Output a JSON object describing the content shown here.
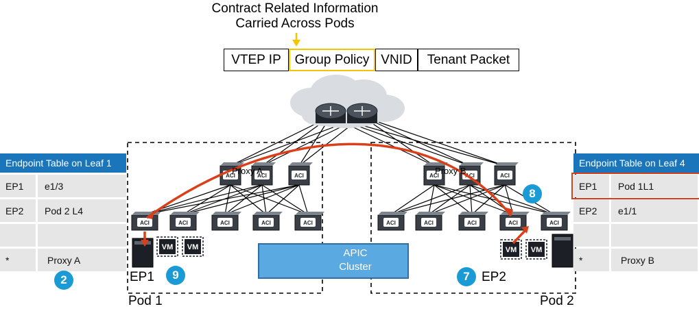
{
  "header": {
    "title_line1": "Contract Related Information",
    "title_line2": "Carried Across Pods"
  },
  "packet": {
    "fields": [
      "VTEP IP",
      "Group Policy",
      "VNID",
      "Tenant Packet"
    ],
    "highlight_color": "#f5c400"
  },
  "left_table": {
    "title": "Endpoint Table on Leaf 1",
    "rows": [
      {
        "c1": "EP1",
        "c2": "e1/3"
      },
      {
        "c1": "EP2",
        "c2": "Pod 2 L4"
      },
      {
        "c1": "",
        "c2": ""
      },
      {
        "c1": "*",
        "c2": "Proxy A"
      }
    ]
  },
  "right_table": {
    "title": "Endpoint Table on Leaf 4",
    "rows": [
      {
        "c1": "EP1",
        "c2": "Pod 1L1"
      },
      {
        "c1": "EP2",
        "c2": "e1/1"
      },
      {
        "c1": "",
        "c2": ""
      },
      {
        "c1": "*",
        "c2": "Proxy B"
      }
    ],
    "highlight_row_color": "#d9401a"
  },
  "badges": {
    "b2": "2",
    "b7": "7",
    "b8": "8",
    "b9": "9"
  },
  "labels": {
    "pod1": "Pod 1",
    "pod2": "Pod 2",
    "ep1": "EP1",
    "ep2": "EP2",
    "proxy_a": "Proxy A",
    "proxy_b": "Proxy B",
    "apic_line1": "APIC",
    "apic_line2": "Cluster",
    "vm": "VM",
    "aci": "ACI",
    "apic_icon": "APIC"
  },
  "colors": {
    "accent_blue": "#1a75bb",
    "badge_blue": "#1b9bd6",
    "flow_red": "#d9401a",
    "device_dark": "#3a3f47"
  }
}
